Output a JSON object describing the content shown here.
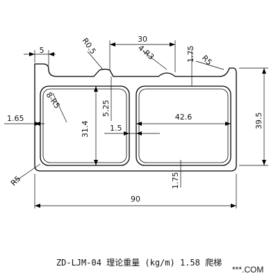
{
  "drawing": {
    "dimensions": {
      "top_span": "30",
      "r05": "R0.5",
      "groove_width": "5",
      "four_r3": "4-R3",
      "top_wall": "1.75",
      "r5_top": "R5",
      "eight_r5": "8-R5",
      "left_wall": "1.65",
      "chamber_height": "31.4",
      "inner_rib_offset": "5.25",
      "rib": "1.5",
      "chamber_width": "42.6",
      "overall_height": "39.5",
      "r5_bottom": "R5",
      "bottom_wall": "1.75",
      "overall_width": "90"
    },
    "caption": "ZD-LJM-04 理论重量 (kg/m) 1.58 爬梯",
    "watermark": "***.COM"
  }
}
